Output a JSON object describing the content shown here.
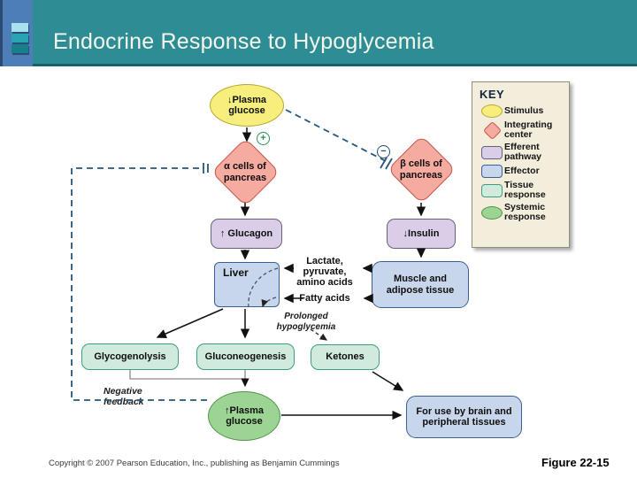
{
  "header": {
    "title": "Endocrine Response to Hypoglycemia"
  },
  "key": {
    "title": "KEY",
    "items": [
      {
        "icon": "stimulus-ellipse-icon",
        "label": "Stimulus"
      },
      {
        "icon": "integrating-center-diamond-icon",
        "label": "Integrating center"
      },
      {
        "icon": "efferent-pathway-rect-icon",
        "label": "Efferent pathway"
      },
      {
        "icon": "effector-rect-icon",
        "label": "Effector"
      },
      {
        "icon": "tissue-response-rect-icon",
        "label": "Tissue response"
      },
      {
        "icon": "systemic-response-ellipse-icon",
        "label": "Systemic response"
      }
    ]
  },
  "nodes": {
    "stimulus_low": {
      "line1": "↓Plasma",
      "line2": "glucose"
    },
    "alpha_cells": {
      "line1": "α cells of",
      "line2": "pancreas"
    },
    "beta_cells": {
      "line1": "β cells of",
      "line2": "pancreas"
    },
    "glucagon": {
      "label": "↑ Glucagon"
    },
    "insulin": {
      "label": "↓Insulin"
    },
    "liver": {
      "label": "Liver"
    },
    "muscle": {
      "line1": "Muscle and",
      "line2": "adipose tissue"
    },
    "glycogenolysis": {
      "label": "Glycogenolysis"
    },
    "gluconeogenesis": {
      "label": "Gluconeogenesis"
    },
    "ketones": {
      "label": "Ketones"
    },
    "plasma_high": {
      "line1": "↑Plasma",
      "line2": "glucose"
    },
    "brain": {
      "line1": "For use by brain and",
      "line2": "peripheral tissues"
    }
  },
  "labels": {
    "lactate": {
      "line1": "Lactate,",
      "line2": "pyruvate,",
      "line3": "amino acids"
    },
    "fatty": {
      "label": "Fatty acids"
    },
    "prolonged": {
      "line1": "Prolonged",
      "line2": "hypoglycemia"
    },
    "negative": {
      "line1": "Negative",
      "line2": "feedback"
    },
    "plus_sign": "+",
    "minus_sign": "−"
  },
  "footer": {
    "copyright": "Copyright © 2007 Pearson Education, Inc., publishing as Benjamin Cummings",
    "figure": "Figure 22-15"
  },
  "colors": {
    "header_teal": "#2E8C94",
    "stimulus_yellow": "#F7EF7D",
    "integrating_pink": "#F5ABA0",
    "efferent_purple": "#DACDE8",
    "effector_blue": "#C8D6EC",
    "tissue_green": "#D0EADD",
    "systemic_green": "#9CD494",
    "feedback_dash_navy": "#26567E",
    "key_cream": "#F3EEDC"
  }
}
